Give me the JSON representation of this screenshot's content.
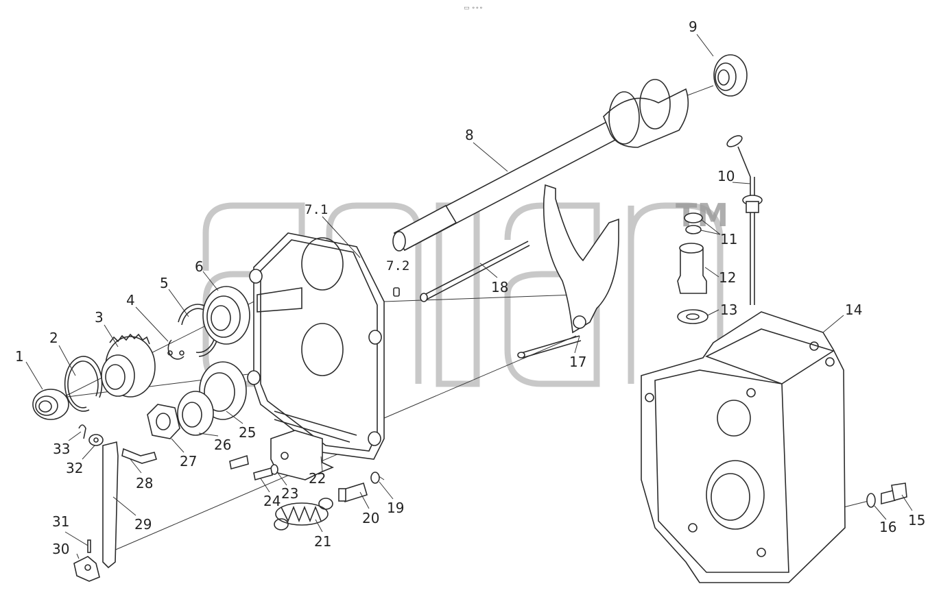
{
  "top_mark": "▭ ∘∘∘",
  "watermark": {
    "tm": "TM"
  },
  "callouts": [
    "1",
    "2",
    "3",
    "4",
    "5",
    "6",
    "7.1",
    "7.2",
    "8",
    "9",
    "10",
    "11",
    "12",
    "13",
    "14",
    "15",
    "16",
    "17",
    "18",
    "19",
    "20",
    "21",
    "22",
    "23",
    "24",
    "25",
    "26",
    "27",
    "28",
    "29",
    "30",
    "31",
    "32",
    "33"
  ],
  "colors": {
    "line": "#2b2b2b",
    "watermark": "#9a9a9a",
    "background": "#ffffff"
  }
}
